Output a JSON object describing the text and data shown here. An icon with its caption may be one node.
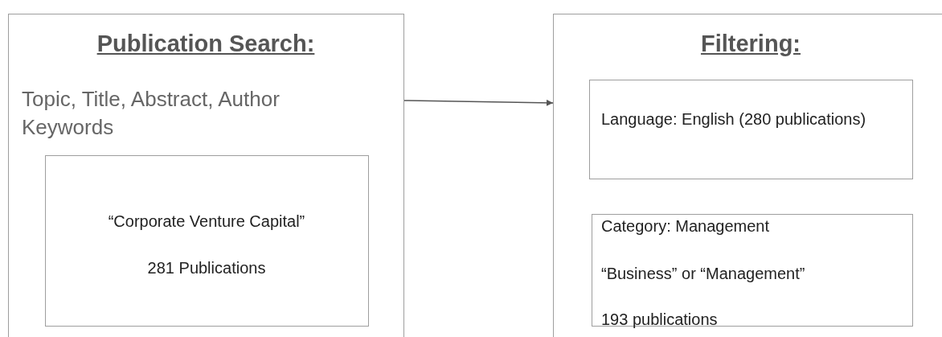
{
  "diagram": {
    "nodes": [
      {
        "text": [
          "Publication Search:",
          "Topic, Title, Abstract, Author Keywords"
        ]
      },
      {
        "text": [
          "“Corporate Venture Capital”",
          "281 Publications"
        ],
        "in": 0
      },
      {
        "text": [
          "Filtering:"
        ]
      },
      {
        "text": [
          "Language: English (280 publications)"
        ],
        "in": 2
      },
      {
        "text": [
          "Category: Management",
          "“Business” or “Management”",
          "193 publications"
        ],
        "in": 2
      }
    ],
    "edges": [
      {
        "from": 0,
        "to": 2,
        "arrow": "to"
      }
    ]
  }
}
